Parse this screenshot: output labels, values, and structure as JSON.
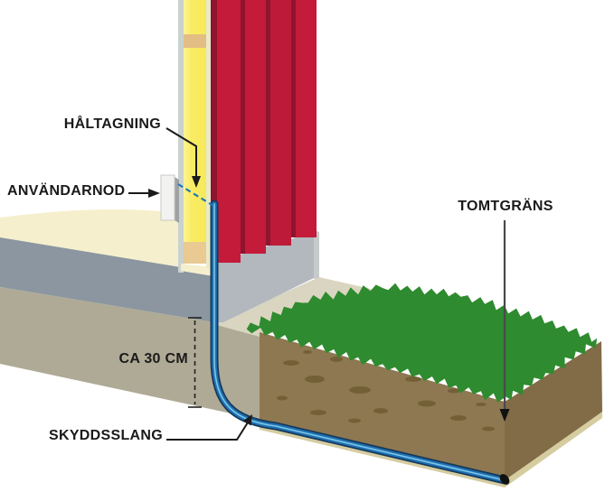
{
  "diagram": {
    "labels": {
      "haltagning": "HÅLTAGNING",
      "anvandarnod": "ANVÄNDARNOD",
      "tomtgrans": "TOMTGRÄNS",
      "measurement": "CA 30 CM",
      "skyddsslang": "SKYDDSSLANG"
    },
    "colors": {
      "facade_red": "#C41B3B",
      "facade_red_dark": "#8E1430",
      "facade_red_mid": "#B81A38",
      "insulation_yellow": "#F9EC64",
      "wood_tan": "#E2BE85",
      "sill_tan": "#E8CA92",
      "sheathing": "#E9EAC8",
      "interior_board_grey": "#C9D2CE",
      "floor_cream": "#F6EFCD",
      "foundation_grey": "#8B96A0",
      "plinth_grey": "#B2B8BE",
      "plinth_corner": "#C7CACB",
      "ground_tan": "#AFAA96",
      "surface_beige": "#D9D5C0",
      "grass_green": "#2E8B2F",
      "soil_brown": "#8E7852",
      "soil_brown_dark": "#816C47",
      "soil_spot": "#6B592F",
      "under_edge_tan": "#D5CCA0",
      "conduit_blue": "#1E72B2",
      "conduit_outline": "#17395C",
      "conduit_highlight": "#85C9EC",
      "drill_dash_blue": "#1F78B8",
      "label_text": "#1A1A1A",
      "boundary_line_grey": "#4A4A4A"
    }
  }
}
